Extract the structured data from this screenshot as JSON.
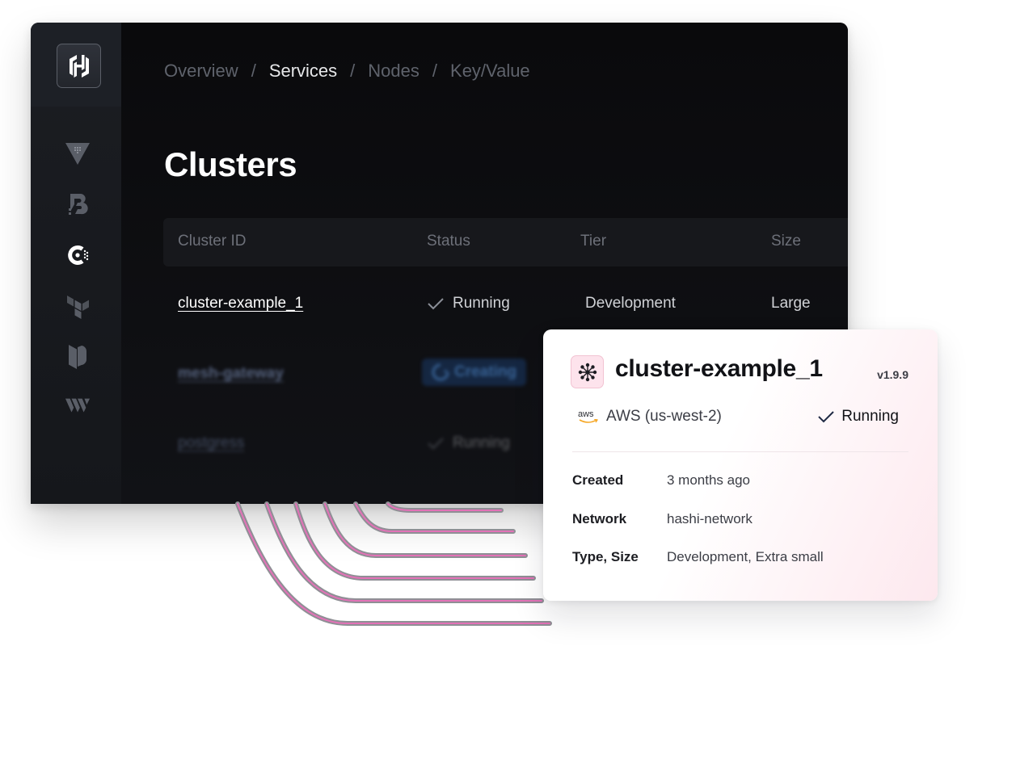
{
  "breadcrumb": {
    "items": [
      "Overview",
      "Services",
      "Nodes",
      "Key/Value"
    ],
    "active": "Services",
    "separator": "/"
  },
  "page": {
    "title": "Clusters"
  },
  "table": {
    "headers": {
      "id": "Cluster ID",
      "status": "Status",
      "tier": "Tier",
      "size": "Size"
    },
    "rows": [
      {
        "id": "cluster-example_1",
        "status": "Running",
        "tier": "Development",
        "size": "Large"
      },
      {
        "id": "mesh-gateway",
        "status": "Creating"
      },
      {
        "id": "postgress",
        "status": "Running"
      }
    ]
  },
  "card": {
    "title": "cluster-example_1",
    "version": "v1.9.9",
    "provider_logo": "aws",
    "provider": "AWS (us-west-2)",
    "status": "Running",
    "details": [
      {
        "label": "Created",
        "value": "3 months ago"
      },
      {
        "label": "Network",
        "value": "hashi-network"
      },
      {
        "label": "Type, Size",
        "value": "Development, Extra small"
      }
    ]
  },
  "colors": {
    "window_bg": "#0c0c0e",
    "sidebar_bg": "#1b1d22",
    "accent_pink": "#e372b7",
    "creating_blue": "#5aa6ff",
    "card_tint": "#fde8ee"
  },
  "icons": {
    "logo": "hashicorp-logo-icon",
    "sidebar": [
      "vault-icon",
      "boundary-icon",
      "consul-icon",
      "terraform-icon",
      "packer-icon",
      "waypoint-icon"
    ],
    "card": "consul-mesh-icon",
    "status": "check-icon",
    "creating": "spinner-icon"
  }
}
